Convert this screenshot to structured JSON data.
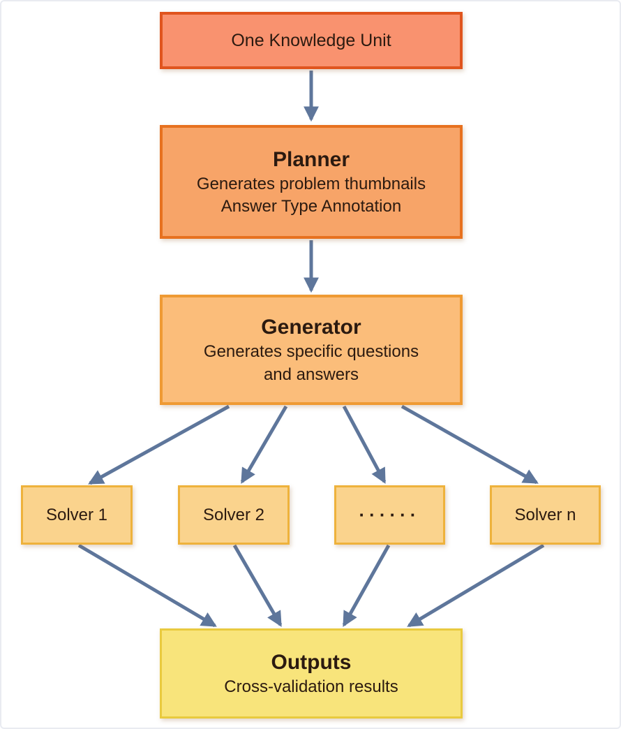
{
  "colors": {
    "background": "#ffffff",
    "frame_border": "#e9ebf1",
    "text": "#2b1a10",
    "arrow": "#5e769b",
    "knowledge_fill": "#f9926f",
    "knowledge_border": "#e0551e",
    "planner_fill": "#f7a468",
    "planner_border": "#e7711f",
    "generator_fill": "#fbbd7a",
    "generator_border": "#ef9a33",
    "solver_fill": "#fad38d",
    "solver_border": "#eeb23c",
    "outputs_fill": "#f8e47b",
    "outputs_border": "#e9ca3e"
  },
  "nodes": {
    "knowledge_unit": {
      "label": "One Knowledge Unit"
    },
    "planner": {
      "title": "Planner",
      "line1": "Generates problem thumbnails",
      "line2": "Answer Type Annotation"
    },
    "generator": {
      "title": "Generator",
      "line1": "Generates specific questions",
      "line2": "and answers"
    },
    "solver_1": {
      "label": "Solver 1"
    },
    "solver_2": {
      "label": "Solver 2"
    },
    "solver_ellipsis": {
      "label": "······"
    },
    "solver_n": {
      "label": "Solver n"
    },
    "outputs": {
      "title": "Outputs",
      "line1": "Cross-validation results"
    }
  },
  "edges": [
    {
      "from": "knowledge_unit",
      "to": "planner"
    },
    {
      "from": "planner",
      "to": "generator"
    },
    {
      "from": "generator",
      "to": "solver_1"
    },
    {
      "from": "generator",
      "to": "solver_2"
    },
    {
      "from": "generator",
      "to": "solver_ellipsis"
    },
    {
      "from": "generator",
      "to": "solver_n"
    },
    {
      "from": "solver_1",
      "to": "outputs"
    },
    {
      "from": "solver_2",
      "to": "outputs"
    },
    {
      "from": "solver_ellipsis",
      "to": "outputs"
    },
    {
      "from": "solver_n",
      "to": "outputs"
    }
  ]
}
